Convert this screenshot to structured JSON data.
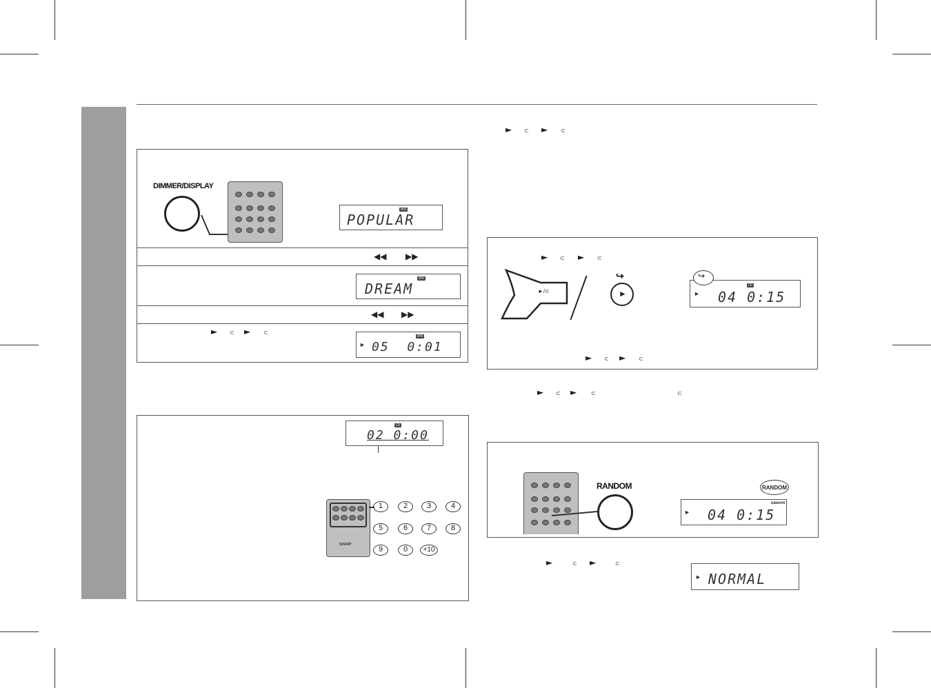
{
  "symbols": {
    "play": "►",
    "repeat": "⊂",
    "rewind": "◀◀",
    "fast_forward": "▶▶",
    "repeat_hook": "↪"
  },
  "figure_dimmer": {
    "button_label": "DIMMER/DISPLAY",
    "display_tag": "MP3",
    "display_text": "POPULAR"
  },
  "figure_dream": {
    "display_tag": "MP3",
    "display_text": "DREAM"
  },
  "figure_track05": {
    "display_tag": "MP3",
    "display_text": "05  0:01"
  },
  "figure_direct": {
    "display_tag": "CD",
    "display_text": "02 0:00",
    "keys": [
      "1",
      "2",
      "3",
      "4",
      "5",
      "6",
      "7",
      "8",
      "9",
      "0",
      "+10"
    ],
    "remote_brand": "SHARP"
  },
  "figure_repeat": {
    "button_label": "►/⊂",
    "display_tag": "CD",
    "display_text": "04 0:15"
  },
  "figure_random": {
    "button_label": "RANDOM",
    "bubble_label": "RANDOM",
    "display_tag": "RANDOM",
    "display_text": "04 0:15"
  },
  "figure_normal": {
    "display_text": "NORMAL"
  },
  "colors": {
    "side_tab": "#9e9e9e",
    "remote_body": "#bfbfbf",
    "rule": "#666666"
  }
}
